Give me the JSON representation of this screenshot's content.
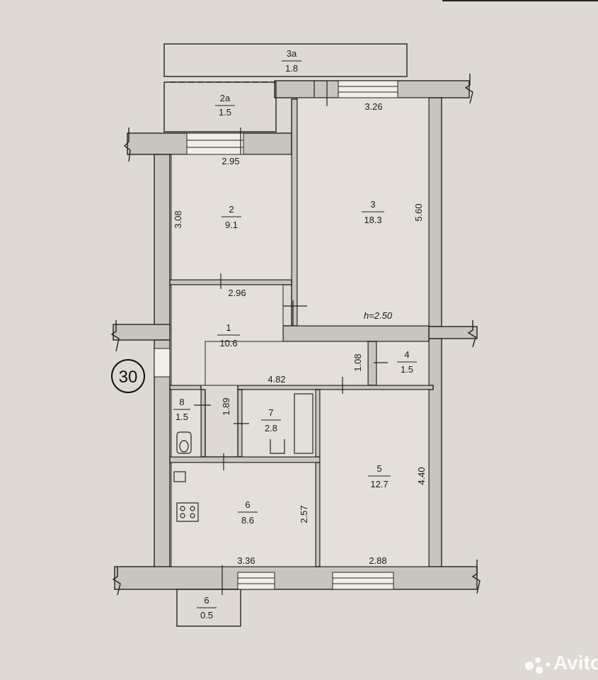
{
  "plan_number": "30",
  "watermark": "Avito",
  "ceiling_height": "h=2.50",
  "rooms": {
    "r3a": {
      "num": "3а",
      "area": "1.8"
    },
    "r2a": {
      "num": "2а",
      "area": "1.5"
    },
    "r2": {
      "num": "2",
      "area": "9.1"
    },
    "r3": {
      "num": "3",
      "area": "18.3"
    },
    "r1": {
      "num": "1",
      "area": "10.6"
    },
    "r4": {
      "num": "4",
      "area": "1.5"
    },
    "r8": {
      "num": "8",
      "area": "1.5"
    },
    "r7": {
      "num": "7",
      "area": "2.8"
    },
    "r5": {
      "num": "5",
      "area": "12.7"
    },
    "r6": {
      "num": "6",
      "area": "8.6"
    },
    "r6b": {
      "num": "6",
      "area": "0.5"
    }
  },
  "dims": {
    "d326": "3.26",
    "d295": "2.95",
    "d308": "3.08",
    "d560": "5.60",
    "d296": "2.96",
    "d108": "1.08",
    "d482": "4.82",
    "d189": "1.89",
    "d440": "4.40",
    "d257": "2.57",
    "d336": "3.36",
    "d288": "2.88"
  }
}
